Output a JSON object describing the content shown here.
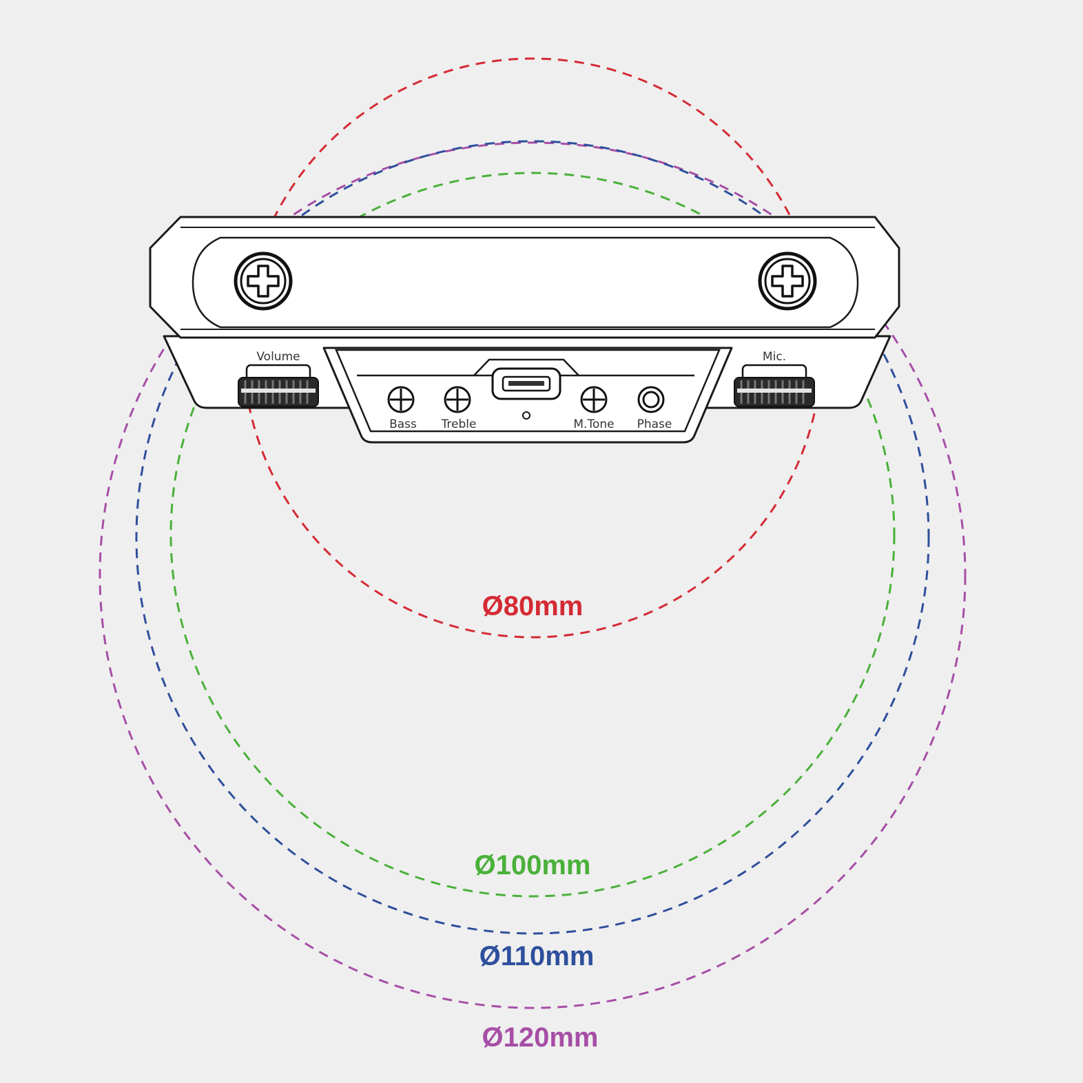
{
  "diagram": {
    "circles": [
      {
        "id": "d120",
        "label": "Ø120mm",
        "color": "#a64ea6"
      },
      {
        "id": "d110",
        "label": "Ø110mm",
        "color": "#2e4f9c"
      },
      {
        "id": "d100",
        "label": "Ø100mm",
        "color": "#4ab03a"
      },
      {
        "id": "d80",
        "label": "Ø80mm",
        "color": "#d42a34"
      }
    ],
    "controls": {
      "volume": "Volume",
      "mic": "Mic.",
      "bass": "Bass",
      "treble": "Treble",
      "mtone": "M.Tone",
      "phase": "Phase"
    }
  }
}
